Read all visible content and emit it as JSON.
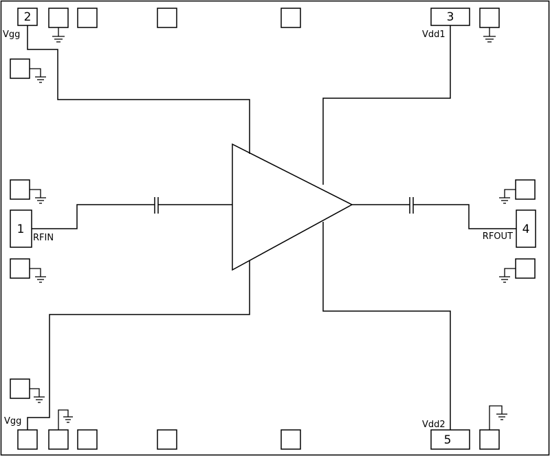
{
  "pins": {
    "p1": {
      "number": "1",
      "name": "RFIN"
    },
    "p2": {
      "number": "2",
      "name": "Vgg"
    },
    "p3": {
      "number": "3",
      "name": "Vdd1"
    },
    "p4": {
      "number": "4",
      "name": "RFOUT"
    },
    "p5": {
      "number": "5",
      "name": "Vdd2"
    },
    "vgg_bottom": {
      "name": "Vgg"
    }
  }
}
